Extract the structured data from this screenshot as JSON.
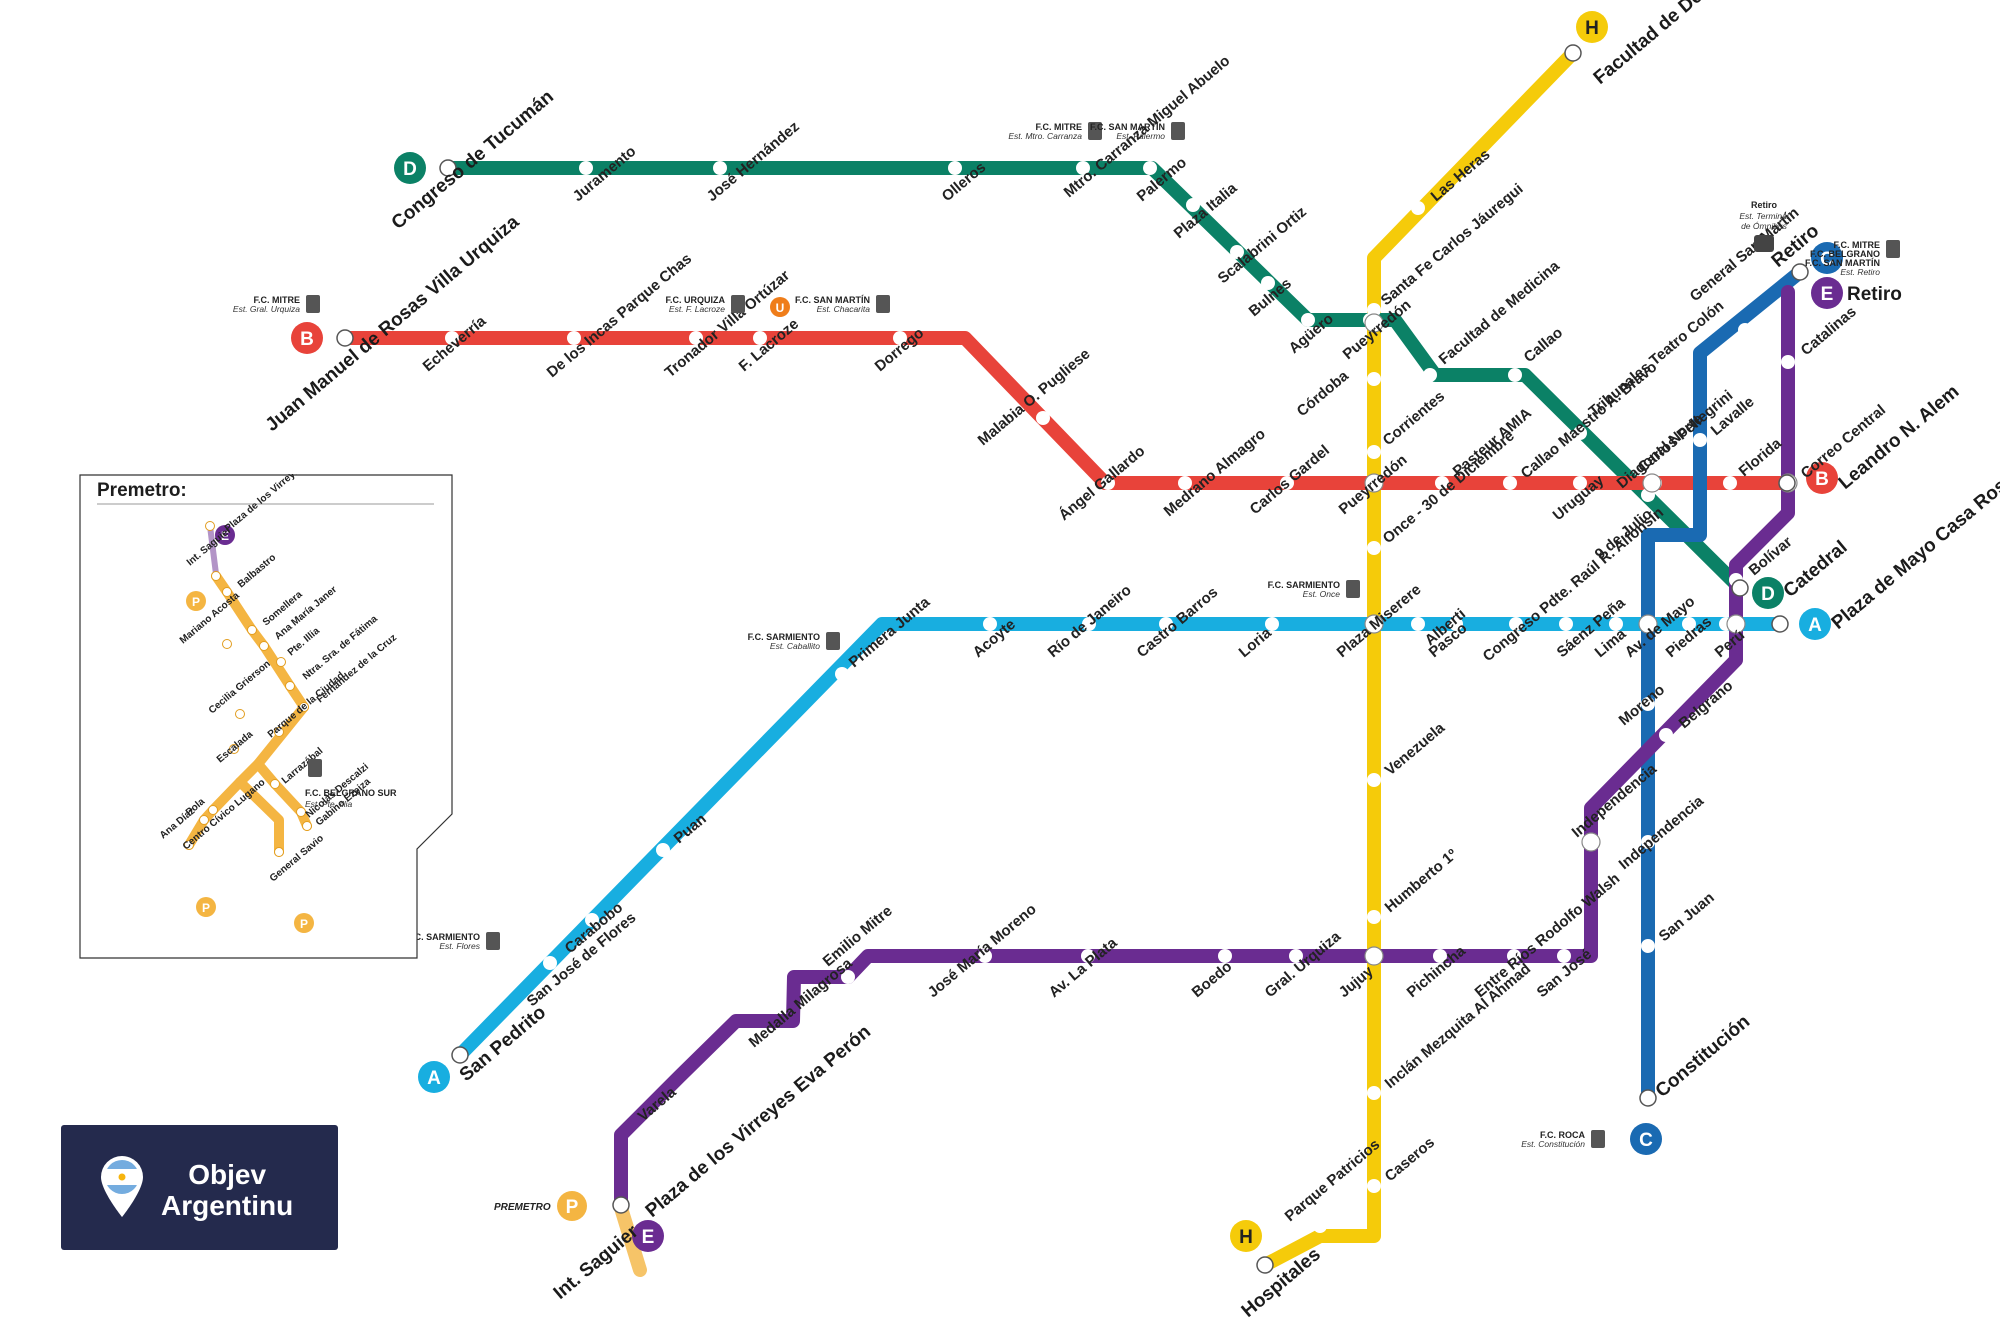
{
  "colors": {
    "A": "#18aee0",
    "B": "#e8433a",
    "C": "#1a6ab2",
    "D": "#0b8166",
    "E": "#6a2c91",
    "H": "#f5cb0a",
    "P": "#f4b542",
    "brand_bg": "#242a4d",
    "rail_icon": "#1aa88d"
  },
  "line_badges": {
    "A": "A",
    "B": "B",
    "C": "C",
    "D": "D",
    "E": "E",
    "H": "H",
    "P": "P",
    "U": "U"
  },
  "terminals": {
    "d_west": "Congreso de Tucumán",
    "b_west": "Juan Manuel de Rosas Villa Urquiza",
    "h_north": "Facultad de Derecho Julieta Lanteri",
    "h_south": "Hospitales",
    "a_west": "San Pedrito",
    "a_east": "Plaza de Mayo Casa Rosada",
    "b_east": "Leandro N. Alem",
    "c_north": "Retiro",
    "c_south": "Constitución",
    "d_east": "Catedral",
    "e_north": "Retiro",
    "e_west": "Plaza de los Virreyes Eva Perón",
    "premetro_end": "Int. Saguier",
    "premetro_tag": "PREMETRO"
  },
  "stations": {
    "D": [
      "Juramento",
      "José Hernández",
      "Olleros",
      "Mtro. Carranza Miguel Abuelo",
      "Palermo",
      "Plaza Italia",
      "Scalabrini Ortiz",
      "Bulnes",
      "Agüero",
      "Pueyrredón",
      "Santa Fe Carlos Jáuregui",
      "Facultad de Medicina",
      "Callao",
      "Tribunales Teatro Colón"
    ],
    "B": [
      "Echeverría",
      "De los Incas Parque Chas",
      "Tronador Villa Ortúzar",
      "F. Lacroze",
      "Dorrego",
      "Malabia O. Pugliese",
      "Ángel Gallardo",
      "Medrano Almagro",
      "Carlos Gardel",
      "Pueyrredón",
      "Pasteur AMIA",
      "Callao Maestro A. Bravo",
      "Uruguay",
      "Carlos Pellegrini",
      "Florida"
    ],
    "A": [
      "Primera Junta",
      "Acoyte",
      "Río de Janeiro",
      "Castro Barros",
      "Loria",
      "Plaza Miserere",
      "Alberti",
      "Pasco",
      "Congreso Pdte. Raúl R. Alfonsín",
      "Sáenz Peña",
      "Lima",
      "Piedras",
      "Perú",
      "San José de Flores",
      "Carabobo",
      "Puan"
    ],
    "H": [
      "Las Heras",
      "Córdoba",
      "Corrientes",
      "Once - 30 de Diciembre",
      "Venezuela",
      "Humberto 1º",
      "Inclán Mezquita Al Ahmad",
      "Caseros",
      "Parque Patricios"
    ],
    "C": [
      "General San Martín",
      "Lavalle",
      "Diagonal Norte",
      "Av. de Mayo",
      "Moreno",
      "Independencia",
      "San Juan"
    ],
    "E": [
      "Catalinas",
      "Correo Central",
      "Bolívar",
      "Belgrano",
      "Independencia",
      "San José",
      "Entre Ríos Rodolfo Walsh",
      "Pichincha",
      "Jujuy",
      "Gral. Urquiza",
      "Boedo",
      "Av. La Plata",
      "José María Moreno",
      "Emilio Mitre",
      "Medalla Milagrosa",
      "Varela"
    ],
    "H_junction": "9 de Julio"
  },
  "rail": [
    {
      "name": "F.C. MITRE",
      "est": "Est. Mtro. Carranza"
    },
    {
      "name": "F.C. SAN MARTÍN",
      "est": "Est. Palermo"
    },
    {
      "name": "F.C. MITRE",
      "est": "Est. Gral. Urquiza"
    },
    {
      "name": "F.C. URQUIZA",
      "est": "Est. F. Lacroze"
    },
    {
      "name": "F.C. SAN MARTÍN",
      "est": "Est. Chacarita"
    },
    {
      "name": "F.C. SARMIENTO",
      "est": "Est. Once"
    },
    {
      "name": "F.C. SARMIENTO",
      "est": "Est. Caballito"
    },
    {
      "name": "F.C. SARMIENTO",
      "est": "Est. Flores"
    },
    {
      "name": "F.C. ROCA",
      "est": "Est. Constitución"
    },
    {
      "name": "F.C. MITRE",
      "name2": "F.C. BELGRANO",
      "name3": "F.C. SAN MARTÍN",
      "est": "Est. Retiro"
    },
    {
      "name": "F.C. BELGRANO SUR",
      "est": "Est. Pte. Illia"
    }
  ],
  "retiro_bus": {
    "title": "Retiro",
    "line2": "Est. Terminal",
    "line3": "de Ómnibus"
  },
  "premetro": {
    "title": "Premetro:",
    "stations": [
      "Int. Saguier",
      "Plaza de los Virreyes Eva Perón",
      "Balbastro",
      "Somellera",
      "Mariano Acosta",
      "Ana María Janer",
      "Ntra. Sra. de Fátima",
      "Pte. Illia",
      "Fernández de la Cruz",
      "Parque de la Ciudad",
      "Cecilia Grierson",
      "Escalada",
      "Pola",
      "Larrazábal",
      "Nicolás Descalzi",
      "Gabino Ezeiza",
      "Ana Díaz",
      "Centro Cívico Lugano",
      "General Savio"
    ]
  },
  "brand": {
    "line1": "Objev",
    "line2": "Argentinu"
  }
}
